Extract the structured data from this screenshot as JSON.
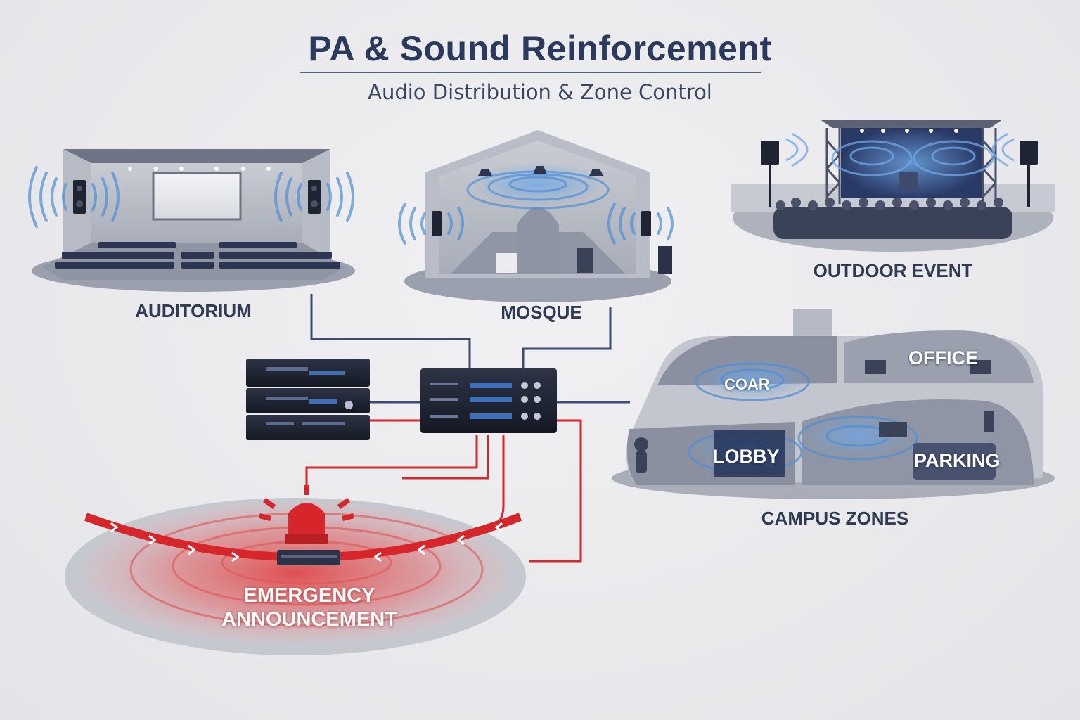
{
  "header": {
    "title": "PA & Sound Reinforcement",
    "subtitle": "Audio Distribution & Zone Control"
  },
  "zones": {
    "auditorium": "AUDITORIUM",
    "mosque": "MOSQUE",
    "outdoor": "OUTDOOR EVENT",
    "campus": "CAMPUS ZONES",
    "emergency_line1": "EMERGENCY",
    "emergency_line2": "ANNOUNCEMENT"
  },
  "campus_areas": {
    "coar": "COAR",
    "office": "OFFICE",
    "lobby": "LOBBY",
    "parking": "PARKING"
  },
  "colors": {
    "audio_line": "#3b4a72",
    "emergency": "#d7262b",
    "wave": "#4f8fd6",
    "equipment": "#1f2433"
  },
  "icons": [
    "speaker-icon",
    "rack-amplifier-icon",
    "siren-icon",
    "stage-light-icon"
  ]
}
